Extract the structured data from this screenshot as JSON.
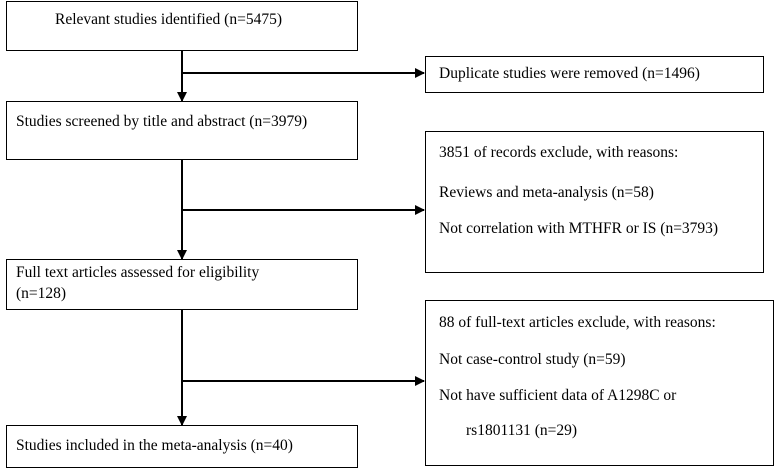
{
  "boxes": {
    "identified": {
      "text": "Relevant studies identified (n=5475)"
    },
    "duplicates": {
      "text": "Duplicate studies were removed (n=1496)"
    },
    "screened": {
      "text": "Studies screened by title and abstract (n=3979)"
    },
    "excluded_records": {
      "header": "3851 of records exclude, with reasons:",
      "reason_1": "Reviews and meta-analysis (n=58)",
      "reason_2": "Not correlation with MTHFR or  IS (n=3793)"
    },
    "full_text": {
      "line_1": "Full text articles assessed for eligibility",
      "line_2": "(n=128)"
    },
    "excluded_full_text": {
      "header": "88 of full-text articles exclude, with reasons:",
      "reason_1": "Not case-control study (n=59)",
      "reason_2": "Not have sufficient data of A1298C or",
      "reason_2_cont": "rs1801131 (n=29)"
    },
    "included": {
      "text": "Studies included in the meta-analysis (n=40)"
    }
  },
  "colors": {
    "stroke": "#000000",
    "background": "#ffffff"
  }
}
